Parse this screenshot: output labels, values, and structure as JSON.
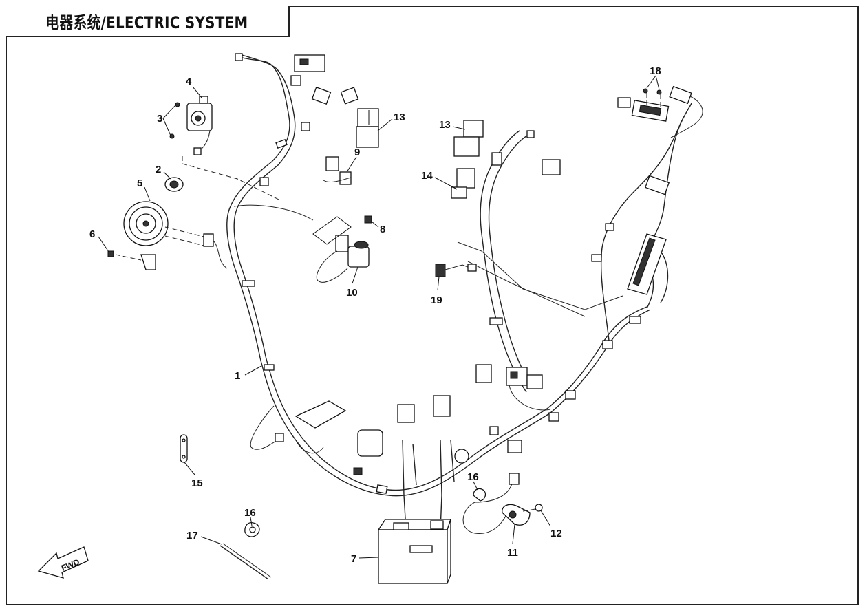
{
  "title": "电器系统/ELECTRIC SYSTEM",
  "fwd_label": "FWD",
  "callouts": {
    "c1": "1",
    "c2": "2",
    "c3": "3",
    "c4": "4",
    "c5": "5",
    "c6": "6",
    "c7": "7",
    "c8": "8",
    "c9": "9",
    "c10": "10",
    "c11": "11",
    "c12": "12",
    "c13a": "13",
    "c13b": "13",
    "c14": "14",
    "c15": "15",
    "c16a": "16",
    "c16b": "16",
    "c17": "17",
    "c18": "18",
    "c19": "19"
  }
}
